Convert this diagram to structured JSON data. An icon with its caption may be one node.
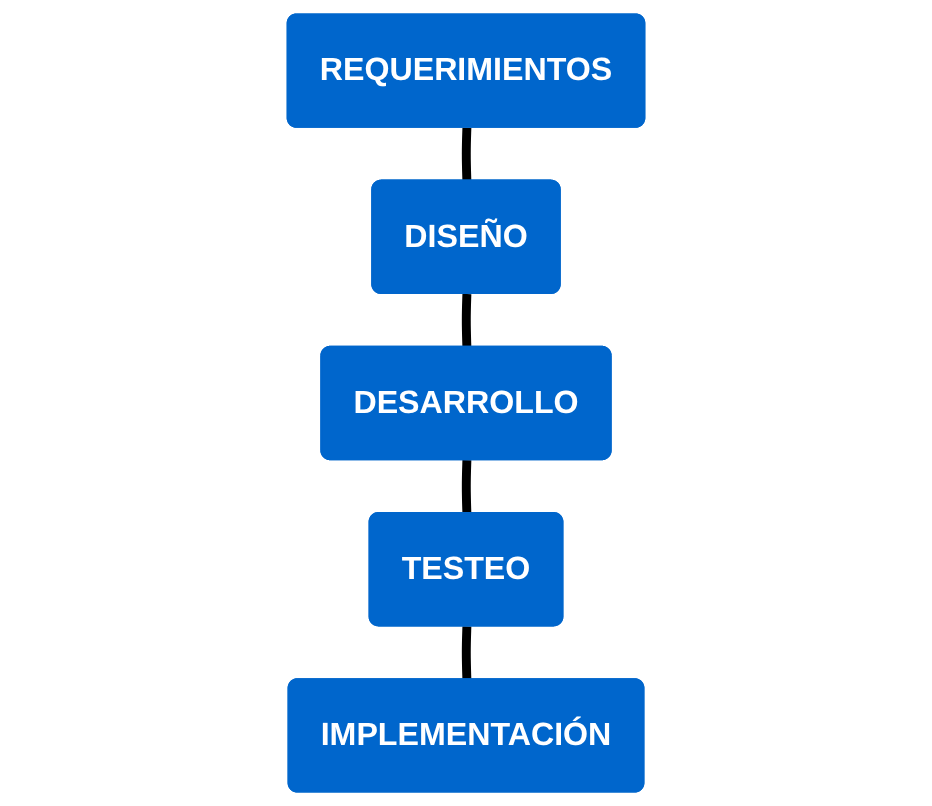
{
  "diagram": {
    "nodes": [
      {
        "text": [
          "REQUERIMIENTOS"
        ]
      },
      {
        "text": [
          "DISEÑO"
        ]
      },
      {
        "text": [
          "DESARROLLO"
        ]
      },
      {
        "text": [
          "TESTEO"
        ]
      },
      {
        "text": [
          "IMPLEMENTACIÓN"
        ]
      }
    ],
    "edges": [
      {
        "from": 0,
        "to": 1,
        "arrow": "none"
      },
      {
        "from": 1,
        "to": 2,
        "arrow": "none"
      },
      {
        "from": 2,
        "to": 3,
        "arrow": "none"
      },
      {
        "from": 3,
        "to": 4,
        "arrow": "none"
      }
    ]
  }
}
